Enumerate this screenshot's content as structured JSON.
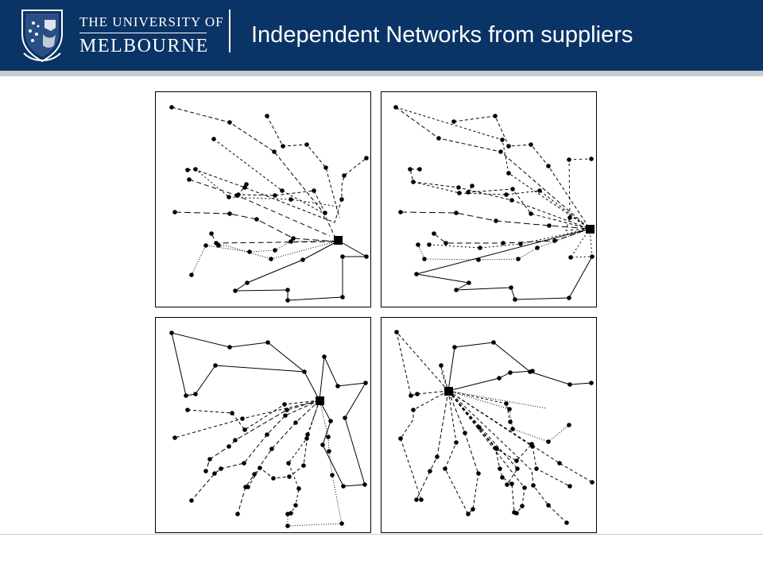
{
  "header": {
    "university_line1": "THE UNIVERSITY OF",
    "university_line2": "MELBOURNE",
    "slide_title": "Independent Networks from suppliers",
    "logo": "university-crest",
    "background_color": "#0b3466"
  },
  "diagram": {
    "type": "vehicle-routing-networks",
    "panel_count": 4
  }
}
